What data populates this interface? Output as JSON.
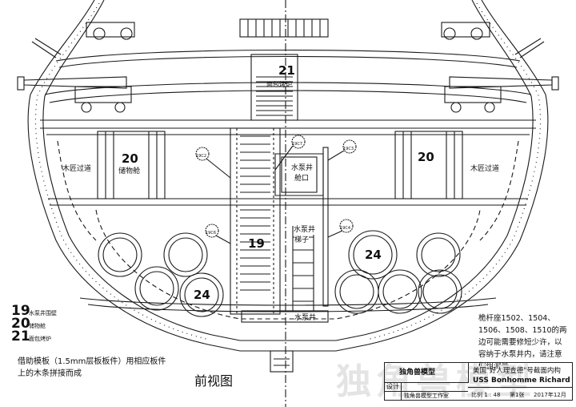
{
  "labels": {
    "bakery_top_num": "21",
    "bakery_top": "面包烤炉",
    "store_left_num": "20",
    "store_left": "储物舱",
    "store_right_num": "20",
    "carpenter_left": "木匠过道",
    "carpenter_right": "木匠过道",
    "pump_hatch_line1": "水泵井",
    "pump_hatch_line2": "舱口",
    "pump_ladder_line1": "水泵井",
    "pump_ladder_line2": "梯子",
    "well_num": "19",
    "barrels_left_num": "24",
    "barrels_right_num": "24",
    "pump_well": "水泵井",
    "tag_19c7": "19C7",
    "tag_19c3": "19C3",
    "tag_19c2": "19C2",
    "tag_19c4": "19C4",
    "tag_19c6": "19C6"
  },
  "legend": [
    {
      "num": "19",
      "text": "水泵井围壁"
    },
    {
      "num": "20",
      "text": "储物舱"
    },
    {
      "num": "21",
      "text": "面包烤炉"
    }
  ],
  "notes": {
    "left": "借助模板（1.5mm层板板件）用相应板件上的木条拼接而成",
    "right": "桅杆座1502、1504、1506、1508、1510的两边可能需要修短少许，以容纳于水泵井内，请注意假组测量。",
    "view_title": "前视图"
  },
  "titlebox": {
    "company": "独角兽模型",
    "design_label": "设计",
    "studio": "独角兽模型工作室",
    "title_cn": "美国\"好人理查德\"号截面内构",
    "title_en": "USS Bonhomme Richard",
    "scale_label": "比例 1 : 48",
    "sheet": "第1张",
    "date": "2017年12月"
  },
  "watermark": "独角兽模型"
}
